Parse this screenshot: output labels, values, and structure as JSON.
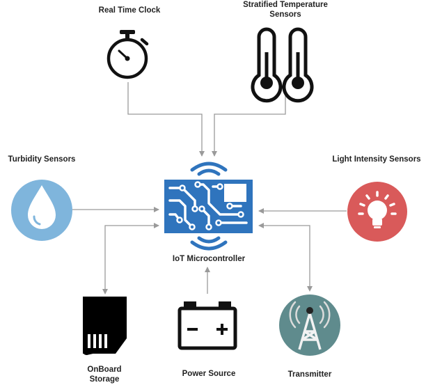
{
  "nodes": {
    "clock": {
      "label": "Real Time Clock",
      "icon": "stopwatch-icon"
    },
    "temperature": {
      "label_line1": "Stratified Temperature",
      "label_line2": "Sensors",
      "icon": "thermometer-icon"
    },
    "turbidity": {
      "label": "Turbidity Sensors",
      "icon": "water-drop-icon",
      "color": "#7fb5dc"
    },
    "light": {
      "label": "Light Intensity Sensors",
      "icon": "light-bulb-icon",
      "color": "#d95a5a"
    },
    "microcontroller": {
      "label": "IoT Microcontroller",
      "icon": "circuit-board-icon",
      "color": "#2f74bd"
    },
    "storage": {
      "label_line1": "OnBoard",
      "label_line2": "Storage",
      "icon": "sd-card-icon"
    },
    "power": {
      "label": "Power Source",
      "icon": "battery-icon"
    },
    "transmitter": {
      "label": "Transmitter",
      "icon": "radio-tower-icon",
      "color": "#5f8b8d"
    }
  },
  "connector_color": "#9a9a9a"
}
